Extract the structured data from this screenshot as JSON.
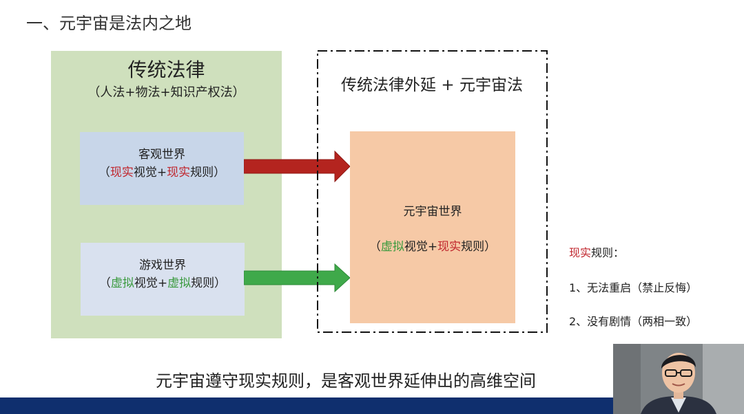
{
  "title": "一、元宇宙是法内之地",
  "left": {
    "heading": "传统法律",
    "subheading": "（人法+物法+知识产权法）",
    "objective_box": {
      "name": "客观世界",
      "open": "（",
      "w1": "现实",
      "mid1": "视觉+",
      "w2": "现实",
      "mid2": "规则）"
    },
    "game_box": {
      "name": "游戏世界",
      "open": "（",
      "w1": "虚拟",
      "mid1": "视觉+",
      "w2": "虚拟",
      "mid2": "规则）"
    }
  },
  "right": {
    "heading": "传统法律外延 + 元宇宙法",
    "meta_box": {
      "name": "元宇宙世界",
      "open": "（",
      "w1": "虚拟",
      "mid1": "视觉+",
      "w2": "现实",
      "mid2": "规则）"
    }
  },
  "rules": {
    "head_red": "现实",
    "head_rest": "规则：",
    "items": [
      "1、无法重启（禁止反悔）",
      "2、没有剧情（两相一致）"
    ]
  },
  "caption": "元宇宙遵守现实规则，是客观世界延伸出的高维空间",
  "colors": {
    "red": "#c0262d",
    "green": "#3a9a3e",
    "left_bg": "#cfe0bd",
    "meta_bg": "#f6c9a6",
    "bar": "#0f2f6e"
  }
}
